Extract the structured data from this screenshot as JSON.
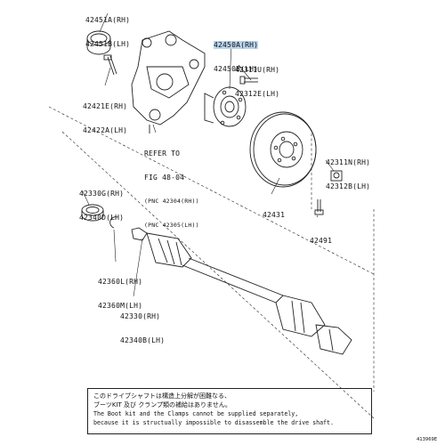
{
  "labels": {
    "hub_bearing_rh": "42451A(RH)",
    "hub_bearing_lh": "42451B(LH)",
    "hub_assy_rh": "42450A(RH)",
    "hub_assy_lh": "42450B(LH)",
    "bolt_rh_1": "42311U(RH)",
    "bolt_lh_1": "42312E(LH)",
    "knuckle_rh": "42421E(RH)",
    "knuckle_lh": "42422A(LH)",
    "disc": "42431",
    "nut_rh": "42311N(RH)",
    "nut_lh": "42312B(LH)",
    "seal_rh": "42330G(RH)",
    "seal_lh": "42340D(LH)",
    "screw": "42491",
    "snap_rh": "42360L(RH)",
    "snap_lh": "42360M(LH)",
    "shaft_rh": "42330(RH)",
    "shaft_lh": "42340B(LH)"
  },
  "refer": {
    "line1": "REFER TO",
    "line2": "FIG 48-04",
    "line3": "(PNC 42304(RH))",
    "line4": "(PNC 42305(LH))"
  },
  "notice": {
    "jp1": "このドライブシャフトは構造上分解が困難なる、",
    "jp2": "ブーツKIT 及び クランプ類の補給はありません。",
    "en1": "The Boot kit and the Clamps cannot be supplied separately,",
    "en2": "because it is structually impossible to disassemble the drive shaft."
  },
  "figure_number": "413969E",
  "colors": {
    "highlight": "#b9d3ee",
    "line": "#222222"
  }
}
